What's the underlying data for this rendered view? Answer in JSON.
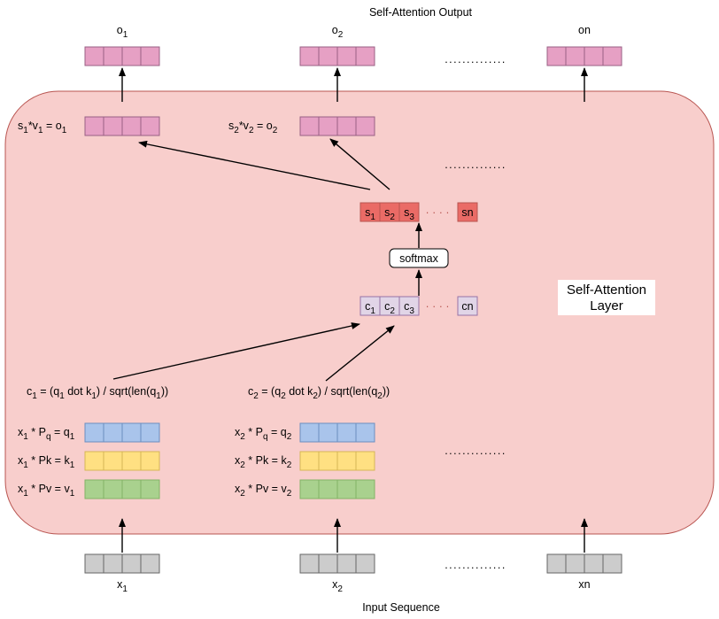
{
  "title": "Self-Attention Output",
  "footer": "Input Sequence",
  "layer_label": [
    "Self-Attention",
    "Layer"
  ],
  "ellipsis": "..............",
  "short_ellipsis": "· · · ·",
  "softmax_label": "softmax",
  "outputs": [
    {
      "base": "o",
      "sub": "1"
    },
    {
      "base": "o",
      "sub": "2"
    },
    {
      "base": "on",
      "sub": ""
    }
  ],
  "inputs": [
    {
      "base": "x",
      "sub": "1"
    },
    {
      "base": "x",
      "sub": "2"
    },
    {
      "base": "xn",
      "sub": ""
    }
  ],
  "weighted_sums": [
    [
      {
        "t": "s"
      },
      {
        "t": "1",
        "sub": true
      },
      {
        "t": "*v"
      },
      {
        "t": "1",
        "sub": true
      },
      {
        "t": " = o"
      },
      {
        "t": "1",
        "sub": true
      }
    ],
    [
      {
        "t": "s"
      },
      {
        "t": "2",
        "sub": true
      },
      {
        "t": "*v"
      },
      {
        "t": "2",
        "sub": true
      },
      {
        "t": " = o"
      },
      {
        "t": "2",
        "sub": true
      }
    ]
  ],
  "scores": [
    {
      "base": "c",
      "sub": "1"
    },
    {
      "base": "c",
      "sub": "2"
    },
    {
      "base": "c",
      "sub": "3"
    },
    {
      "base": "cn",
      "sub": ""
    }
  ],
  "softmax_scores": [
    {
      "base": "s",
      "sub": "1"
    },
    {
      "base": "s",
      "sub": "2"
    },
    {
      "base": "s",
      "sub": "3"
    },
    {
      "base": "sn",
      "sub": ""
    }
  ],
  "score_formulas": [
    [
      {
        "t": "c"
      },
      {
        "t": "1",
        "sub": true
      },
      {
        "t": " = (q"
      },
      {
        "t": "1",
        "sub": true
      },
      {
        "t": " dot k"
      },
      {
        "t": "1",
        "sub": true
      },
      {
        "t": ") / sqrt(len(q"
      },
      {
        "t": "1",
        "sub": true
      },
      {
        "t": "))"
      }
    ],
    [
      {
        "t": "c"
      },
      {
        "t": "2",
        "sub": true
      },
      {
        "t": " = (q"
      },
      {
        "t": "2",
        "sub": true
      },
      {
        "t": " dot k"
      },
      {
        "t": "2",
        "sub": true
      },
      {
        "t": ") / sqrt(len(q"
      },
      {
        "t": "2",
        "sub": true
      },
      {
        "t": "))"
      }
    ]
  ],
  "projections": [
    [
      [
        {
          "t": "x"
        },
        {
          "t": "1",
          "sub": true
        },
        {
          "t": " * P"
        },
        {
          "t": "q",
          "sub": true
        },
        {
          "t": " = q"
        },
        {
          "t": "1",
          "sub": true
        }
      ],
      [
        {
          "t": "x"
        },
        {
          "t": "1",
          "sub": true
        },
        {
          "t": " * Pk = k"
        },
        {
          "t": "1",
          "sub": true
        }
      ],
      [
        {
          "t": "x"
        },
        {
          "t": "1",
          "sub": true
        },
        {
          "t": " * Pv = v"
        },
        {
          "t": "1",
          "sub": true
        }
      ]
    ],
    [
      [
        {
          "t": "x"
        },
        {
          "t": "2",
          "sub": true
        },
        {
          "t": " * P"
        },
        {
          "t": "q",
          "sub": true
        },
        {
          "t": " = q"
        },
        {
          "t": "2",
          "sub": true
        }
      ],
      [
        {
          "t": "x"
        },
        {
          "t": "2",
          "sub": true
        },
        {
          "t": " * Pk = k"
        },
        {
          "t": "2",
          "sub": true
        }
      ],
      [
        {
          "t": "x"
        },
        {
          "t": "2",
          "sub": true
        },
        {
          "t": " * Pv = v"
        },
        {
          "t": "2",
          "sub": true
        }
      ]
    ]
  ],
  "colors": {
    "layer_fill": "#f8cecc",
    "layer_stroke": "#b85450",
    "output_vec": "#e6a0c4",
    "output_stroke": "#996185",
    "input_vec": "#cccccc",
    "input_stroke": "#666666",
    "query_vec": "#a9c4eb",
    "query_stroke": "#6c8ebf",
    "key_vec": "#ffe082",
    "key_stroke": "#d6b656",
    "value_vec": "#a9d18e",
    "value_stroke": "#82b366",
    "score_vec": "#e1d5e7",
    "score_stroke": "#9673a6",
    "softmax_vec": "#ea6b66",
    "softmax_stroke": "#b85450",
    "dots": "#b85450"
  }
}
